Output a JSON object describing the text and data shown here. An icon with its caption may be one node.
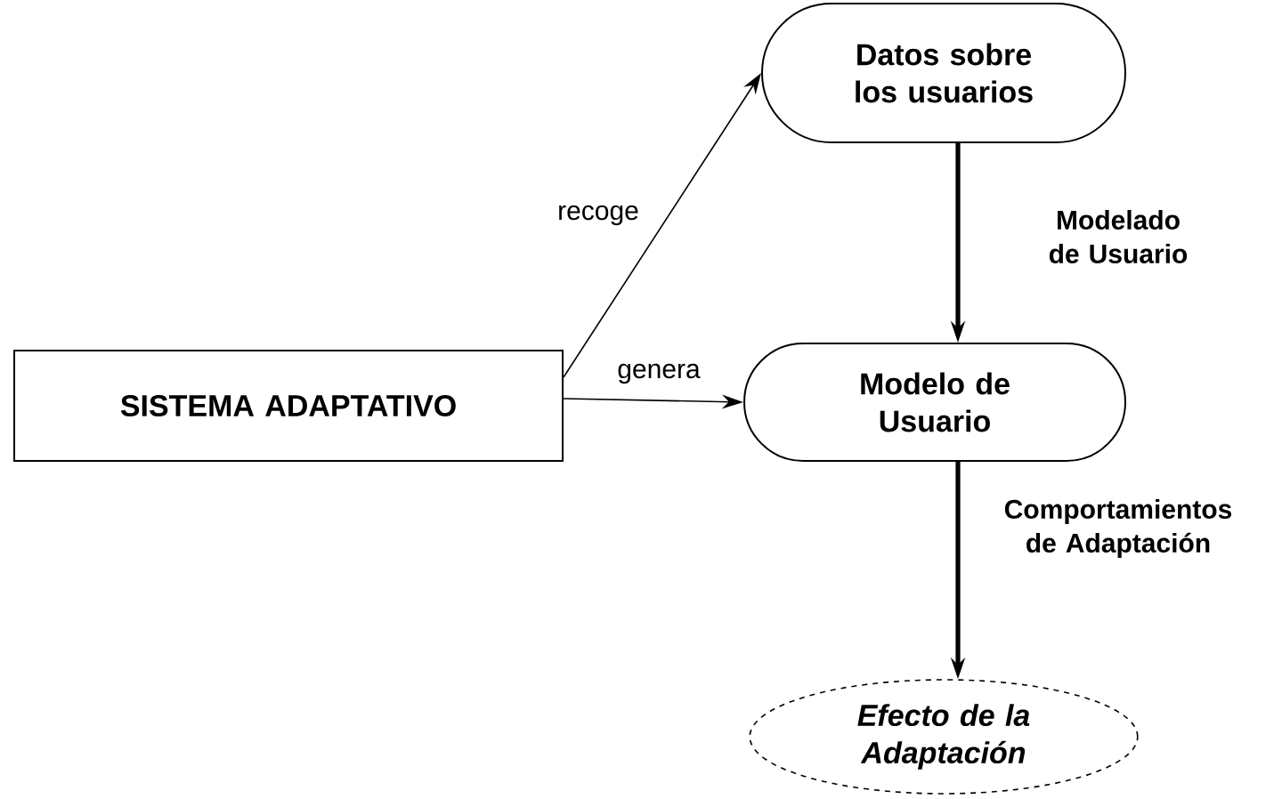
{
  "diagram": {
    "nodes": [
      {
        "text": [
          "SISTEMA ADAPTATIVO"
        ]
      },
      {
        "text": [
          "Datos sobre los usuarios"
        ]
      },
      {
        "text": [
          "Modelo de Usuario"
        ]
      },
      {
        "text": [
          "Efecto de la Adaptación"
        ]
      }
    ],
    "edges": [
      {
        "from": 0,
        "to": 1,
        "arrow": "to",
        "label": "recoge"
      },
      {
        "from": 0,
        "to": 2,
        "arrow": "to",
        "label": "genera"
      },
      {
        "from": 1,
        "to": 2,
        "arrow": "to",
        "label": "Modelado de Usuario",
        "style": "thick"
      },
      {
        "from": 2,
        "to": 3,
        "arrow": "to",
        "label": "Comportamientos de Adaptación",
        "style": "thick"
      }
    ]
  }
}
